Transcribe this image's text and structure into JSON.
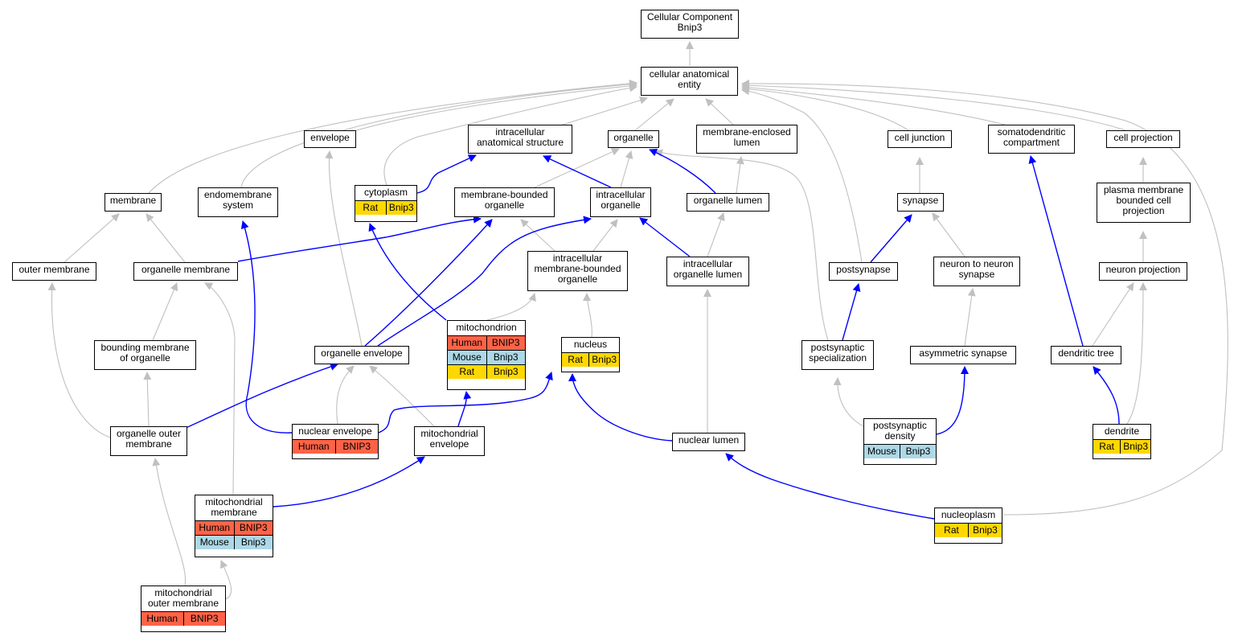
{
  "colors": {
    "human": "#ff6347",
    "mouse": "#add8e6",
    "rat": "#ffd700",
    "edge_gray": "#c0c0c0",
    "edge_blue": "#0000ff"
  },
  "nodes": {
    "root": {
      "label": "Cellular Component\nBnip3"
    },
    "cae": {
      "label": "cellular anatomical\nentity"
    },
    "envelope": {
      "label": "envelope"
    },
    "ias": {
      "label": "intracellular\nanatomical structure"
    },
    "organelle": {
      "label": "organelle"
    },
    "mel": {
      "label": "membrane-enclosed\nlumen"
    },
    "celljunction": {
      "label": "cell junction"
    },
    "somato": {
      "label": "somatodendritic\ncompartment"
    },
    "cellproj": {
      "label": "cell projection"
    },
    "membrane": {
      "label": "membrane"
    },
    "endo": {
      "label": "endomembrane\nsystem"
    },
    "cytoplasm": {
      "label": "cytoplasm",
      "rows": [
        [
          "Rat",
          "Bnip3"
        ]
      ]
    },
    "mbo": {
      "label": "membrane-bounded\norganelle"
    },
    "io": {
      "label": "intracellular\norganelle"
    },
    "olumen": {
      "label": "organelle lumen"
    },
    "synapse": {
      "label": "synapse"
    },
    "pmbcp": {
      "label": "plasma membrane\nbounded cell\nprojection"
    },
    "outermem": {
      "label": "outer membrane"
    },
    "orgmem": {
      "label": "organelle membrane"
    },
    "imbo": {
      "label": "intracellular\nmembrane-bounded\norganelle"
    },
    "iol": {
      "label": "intracellular\norganelle lumen"
    },
    "postsyn": {
      "label": "postsynapse"
    },
    "n2n": {
      "label": "neuron to neuron\nsynapse"
    },
    "neuproj": {
      "label": "neuron projection"
    },
    "bmo": {
      "label": "bounding membrane\nof organelle"
    },
    "orgenv": {
      "label": "organelle envelope"
    },
    "mito": {
      "label": "mitochondrion",
      "rows": [
        [
          "Human",
          "BNIP3"
        ],
        [
          "Mouse",
          "Bnip3"
        ],
        [
          "Rat",
          "Bnip3"
        ]
      ]
    },
    "nucleus": {
      "label": "nucleus",
      "rows": [
        [
          "Rat",
          "Bnip3"
        ]
      ]
    },
    "pss": {
      "label": "postsynaptic\nspecialization"
    },
    "asym": {
      "label": "asymmetric synapse"
    },
    "dtree": {
      "label": "dendritic tree"
    },
    "oom": {
      "label": "organelle outer\nmembrane"
    },
    "nenv": {
      "label": "nuclear envelope",
      "rows": [
        [
          "Human",
          "BNIP3"
        ]
      ]
    },
    "menv": {
      "label": "mitochondrial\nenvelope"
    },
    "nlumen": {
      "label": "nuclear lumen"
    },
    "psd": {
      "label": "postsynaptic\ndensity",
      "rows": [
        [
          "Mouse",
          "Bnip3"
        ]
      ]
    },
    "dendrite": {
      "label": "dendrite",
      "rows": [
        [
          "Rat",
          "Bnip3"
        ]
      ]
    },
    "mmem": {
      "label": "mitochondrial\nmembrane",
      "rows": [
        [
          "Human",
          "BNIP3"
        ],
        [
          "Mouse",
          "Bnip3"
        ]
      ]
    },
    "nucleoplasm": {
      "label": "nucleoplasm",
      "rows": [
        [
          "Rat",
          "Bnip3"
        ]
      ]
    },
    "mom": {
      "label": "mitochondrial\nouter membrane",
      "rows": [
        [
          "Human",
          "BNIP3"
        ]
      ]
    }
  }
}
